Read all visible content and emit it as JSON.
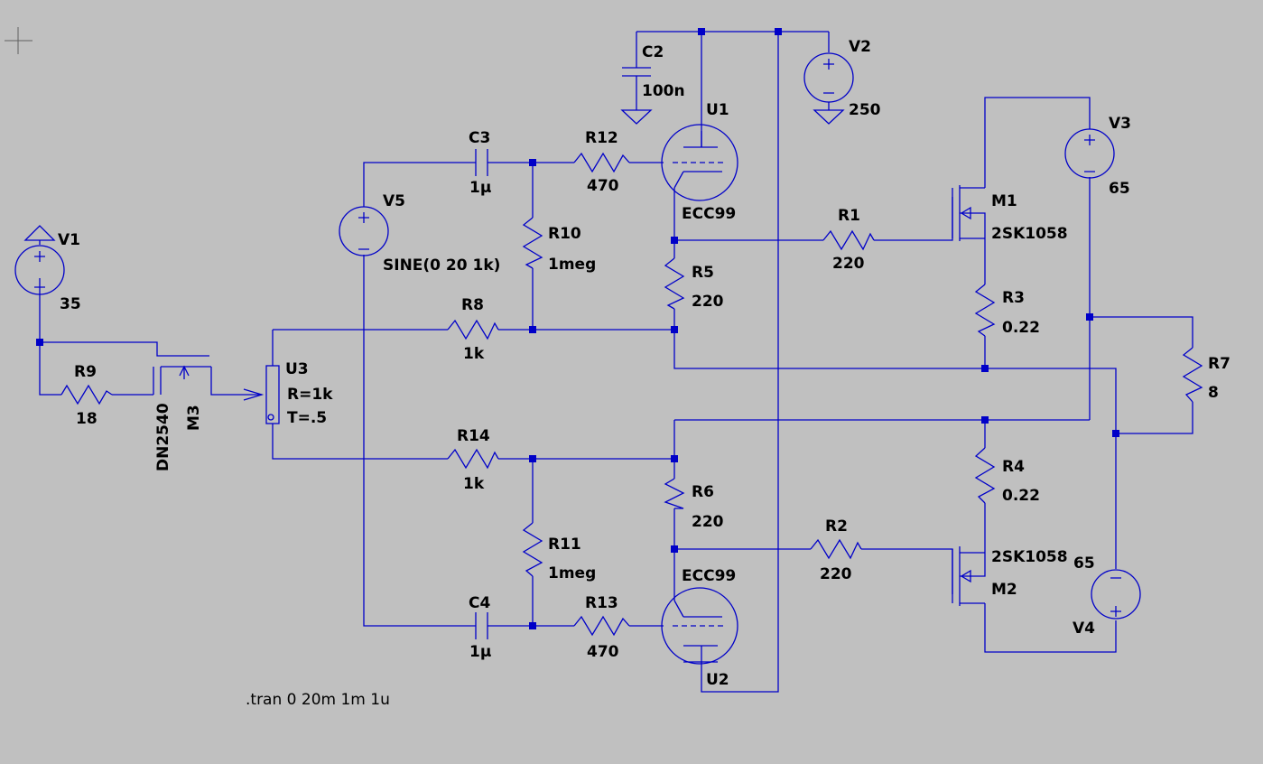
{
  "schematic": {
    "directive": ".tran 0 20m 1m 1u",
    "components": {
      "V1": {
        "ref": "V1",
        "value": "35"
      },
      "V2": {
        "ref": "V2",
        "value": "250"
      },
      "V3": {
        "ref": "V3",
        "value": "65"
      },
      "V4": {
        "ref": "V4",
        "value": "65"
      },
      "V5": {
        "ref": "V5",
        "value": "SINE(0 20 1k)"
      },
      "C2": {
        "ref": "C2",
        "value": "100n"
      },
      "C3": {
        "ref": "C3",
        "value": "1µ"
      },
      "C4": {
        "ref": "C4",
        "value": "1µ"
      },
      "R1": {
        "ref": "R1",
        "value": "220"
      },
      "R2": {
        "ref": "R2",
        "value": "220"
      },
      "R3": {
        "ref": "R3",
        "value": "0.22"
      },
      "R4": {
        "ref": "R4",
        "value": "0.22"
      },
      "R5": {
        "ref": "R5",
        "value": "220"
      },
      "R6": {
        "ref": "R6",
        "value": "220"
      },
      "R7": {
        "ref": "R7",
        "value": "8"
      },
      "R8": {
        "ref": "R8",
        "value": "1k"
      },
      "R9": {
        "ref": "R9",
        "value": "18"
      },
      "R10": {
        "ref": "R10",
        "value": "1meg"
      },
      "R11": {
        "ref": "R11",
        "value": "1meg"
      },
      "R12": {
        "ref": "R12",
        "value": "470"
      },
      "R13": {
        "ref": "R13",
        "value": "470"
      },
      "R14": {
        "ref": "R14",
        "value": "1k"
      },
      "U1": {
        "ref": "U1",
        "value": "ECC99"
      },
      "U2": {
        "ref": "U2",
        "value": "ECC99"
      },
      "U3": {
        "ref": "U3",
        "param1": "R=1k",
        "param2": "T=.5"
      },
      "M1": {
        "ref": "M1",
        "value": "2SK1058"
      },
      "M2": {
        "ref": "M2",
        "value": "2SK1058"
      },
      "M3": {
        "ref": "M3",
        "value": "DN2540"
      }
    },
    "colors": {
      "background": "#c0c0c0",
      "wire": "#0000c8",
      "text": "#000000"
    }
  }
}
